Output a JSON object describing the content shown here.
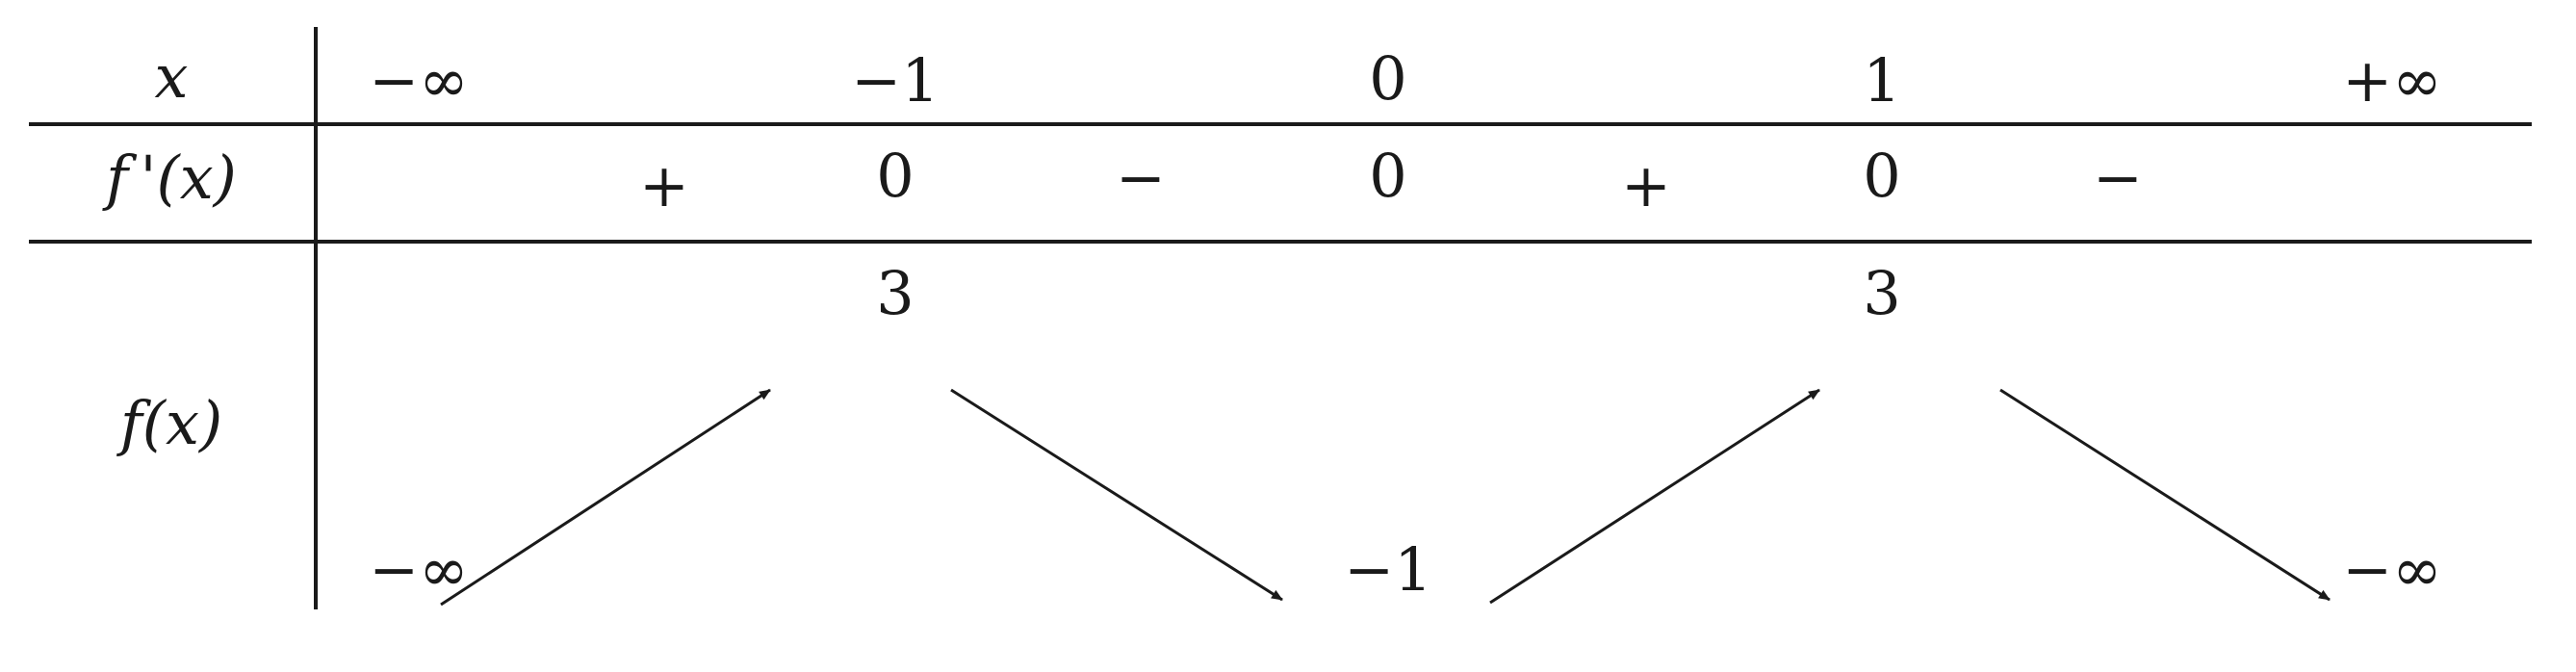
{
  "table": {
    "row_labels": {
      "x": "x",
      "fprime": "f '(x)",
      "f": "f(x)"
    },
    "x_values": [
      "−∞",
      "−1",
      "0",
      "1",
      "+∞"
    ],
    "derivative_signs": [
      "+",
      "0",
      "−",
      "0",
      "+",
      "0",
      "−"
    ],
    "f_values": {
      "start": "−∞",
      "max_left": "3",
      "min_mid": "−1",
      "max_right": "3",
      "end": "−∞"
    }
  }
}
